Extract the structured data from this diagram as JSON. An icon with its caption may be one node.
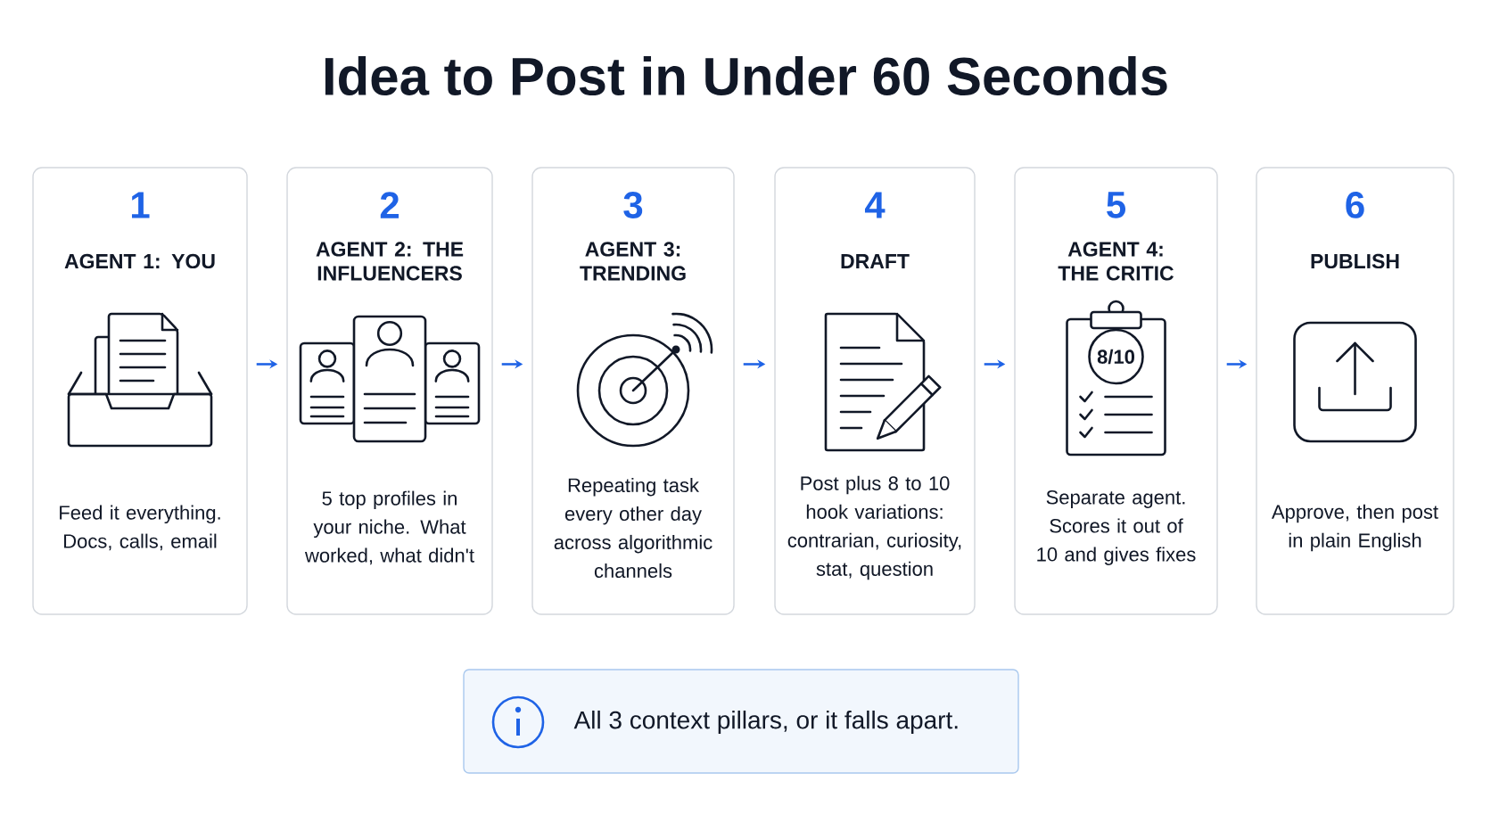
{
  "diagram": {
    "title": "Idea to Post in Under 60 Seconds",
    "nodes": [
      {
        "text": [
          "1",
          "AGENT 1: YOU",
          "Feed it everything. Docs, calls, email"
        ]
      },
      {
        "text": [
          "2",
          "AGENT 2: THE INFLUENCERS",
          "5 top profiles in your niche. What worked, what didn't"
        ]
      },
      {
        "text": [
          "3",
          "AGENT 3: TRENDING",
          "Repeating task every other day across algorithmic channels"
        ]
      },
      {
        "text": [
          "4",
          "DRAFT",
          "Post plus 8 to 10 hook variations: contrarian, curiosity, stat, question"
        ]
      },
      {
        "text": [
          "5",
          "AGENT 4: THE CRITIC",
          "Separate agent. Scores it out of 10 and gives fixes"
        ]
      },
      {
        "text": [
          "6",
          "PUBLISH",
          "Approve, then post in plain English"
        ]
      },
      {
        "text": [
          "All 3 context pillars, or it falls apart."
        ]
      }
    ],
    "edges": [
      {
        "from": 0,
        "to": 1,
        "arrow": "to"
      },
      {
        "from": 1,
        "to": 2,
        "arrow": "to"
      },
      {
        "from": 2,
        "to": 3,
        "arrow": "to"
      },
      {
        "from": 3,
        "to": 4,
        "arrow": "to"
      },
      {
        "from": 4,
        "to": 5,
        "arrow": "to"
      }
    ],
    "labels": [
      "8/10"
    ]
  }
}
